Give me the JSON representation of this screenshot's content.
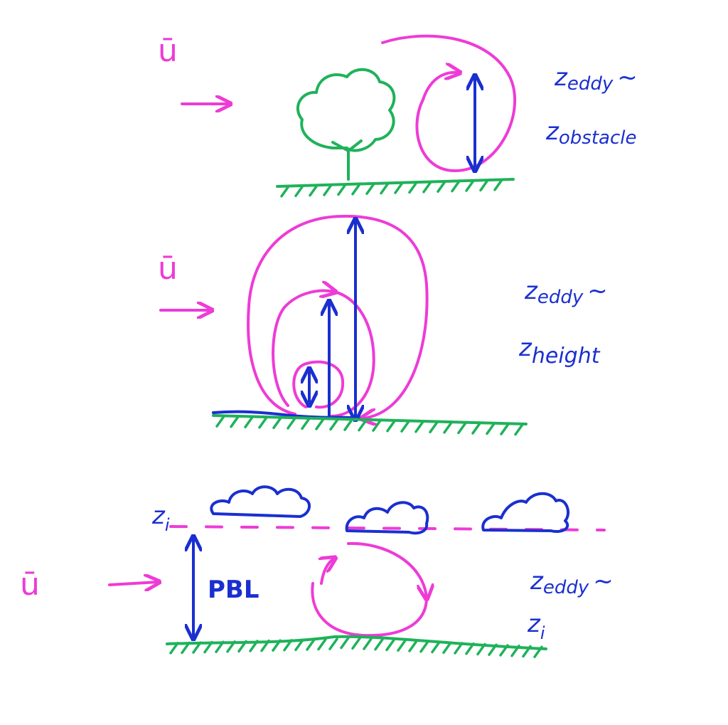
{
  "panels": [
    {
      "wind_symbol": "ū",
      "eddy_label": "z",
      "eddy_sub": "eddy",
      "sim": "~",
      "scale_label": "z",
      "scale_sub": "obstacle"
    },
    {
      "wind_symbol": "ū",
      "eddy_label": "z",
      "eddy_sub": "eddy",
      "sim": "~",
      "scale_label": "z",
      "scale_sub": "height"
    },
    {
      "wind_symbol": "ū",
      "eddy_label": "z",
      "eddy_sub": "eddy",
      "sim": "~",
      "scale_label": "z",
      "scale_sub": "i",
      "inversion_label": "z",
      "inversion_sub": "i",
      "pbl_label": "PBL"
    }
  ],
  "colors": {
    "wind": "#ee3bd6",
    "scale": "#1a2fd0",
    "ground": "#1fb25a"
  }
}
